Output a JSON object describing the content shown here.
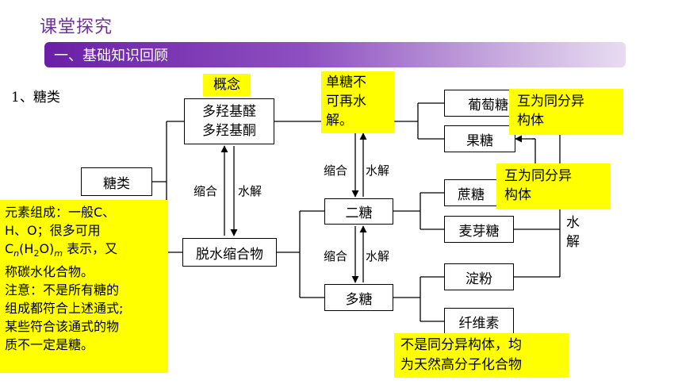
{
  "header": {
    "title": "课堂探究",
    "banner": "一、基础知识回顾",
    "section": "1、糖类"
  },
  "nodes": {
    "tanglei": "糖类",
    "duoqiang_1": "多羟基醛",
    "duoqiang_2": "多羟基酮",
    "tuoshui": "脱水缩合物",
    "ertang": "二糖",
    "duotang": "多糖",
    "putaotang": "葡萄糖",
    "guotang": "果糖",
    "zhetang": "蔗糖",
    "maiyatang": "麦芽糖",
    "dianfen": "淀粉",
    "xianweisu": "纤维素"
  },
  "edge_labels": {
    "suohe_1": "缩合",
    "shuijie_1": "水解",
    "suohe_2": "缩合",
    "shuijie_2": "水解",
    "suohe_3": "缩合",
    "shuijie_3": "水解",
    "shui": "水",
    "jie": "解"
  },
  "callouts": {
    "gainian": "概念",
    "dantang": [
      "单糖不",
      "可再水",
      "解。"
    ],
    "huwei_1": [
      "互为同分异",
      "构体"
    ],
    "huwei_2": [
      "互为同分异",
      "构体"
    ],
    "yuansu_lines": [
      "元素组成：一般C、",
      "H、O；很多可用"
    ],
    "formula_c": "C",
    "formula_n": "n",
    "formula_mid": "(H",
    "formula_2": "2",
    "formula_o": "O)",
    "formula_m": "m",
    "formula_tail": " 表示，又",
    "yuansu_rest": [
      "称碳水化合物。",
      "注意：不是所有糖的",
      "组成都符合上述通式;",
      "某些符合该通式的物",
      "质不一定是糖。"
    ],
    "bushi": [
      "不是同分异构体，均",
      "为天然高分子化合物"
    ]
  },
  "colors": {
    "accent": "#7030a0",
    "callout": "#ffff00"
  }
}
